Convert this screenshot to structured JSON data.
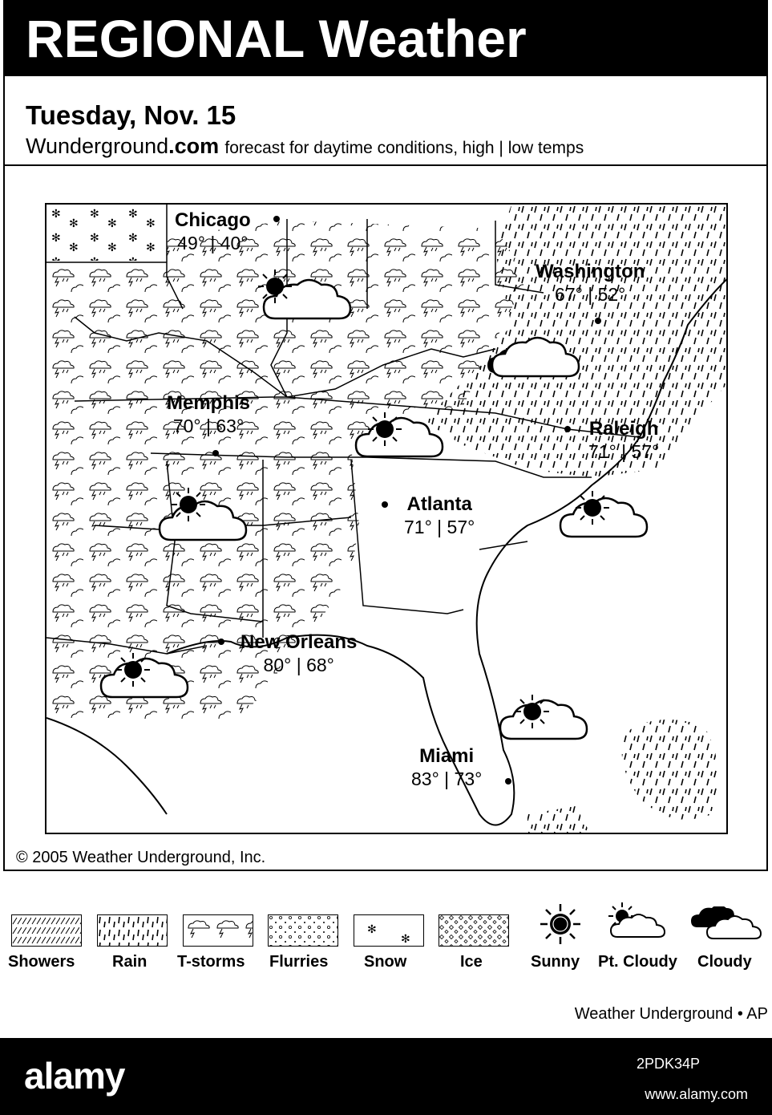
{
  "header": {
    "title": "REGIONAL Weather",
    "date": "Tuesday, Nov. 15",
    "site_name": "Wunderground",
    "site_tld": ".com",
    "description": "forecast for daytime conditions, high | low temps"
  },
  "cities": [
    {
      "name": "Chicago",
      "temps": "49° | 40°",
      "condition": "pt-cloudy"
    },
    {
      "name": "Washington",
      "temps": "67° | 52°",
      "condition": "cloudy"
    },
    {
      "name": "Memphis",
      "temps": "70° | 63°",
      "condition": "pt-cloudy"
    },
    {
      "name": "Raleigh",
      "temps": "71° | 57°",
      "condition": "pt-cloudy"
    },
    {
      "name": "Atlanta",
      "temps": "71° | 57°",
      "condition": "pt-cloudy"
    },
    {
      "name": "New Orleans",
      "temps": "80° | 68°",
      "condition": "pt-cloudy"
    },
    {
      "name": "Miami",
      "temps": "83° | 73°",
      "condition": "pt-cloudy"
    }
  ],
  "copyright": "© 2005 Weather Underground, Inc.",
  "legend": [
    {
      "label": "Showers",
      "icon": "showers-pattern"
    },
    {
      "label": "Rain",
      "icon": "rain-pattern"
    },
    {
      "label": "T-storms",
      "icon": "tstorms-pattern"
    },
    {
      "label": "Flurries",
      "icon": "flurries-pattern"
    },
    {
      "label": "Snow",
      "icon": "snow-pattern"
    },
    {
      "label": "Ice",
      "icon": "ice-pattern"
    },
    {
      "label": "Sunny",
      "icon": "sun-icon"
    },
    {
      "label": "Pt. Cloudy",
      "icon": "pt-cloudy-icon"
    },
    {
      "label": "Cloudy",
      "icon": "cloudy-icon"
    }
  ],
  "credit": "Weather Underground • AP",
  "footer": {
    "logo": "alamy",
    "image_id": "2PDK34P",
    "url": "www.alamy.com"
  }
}
